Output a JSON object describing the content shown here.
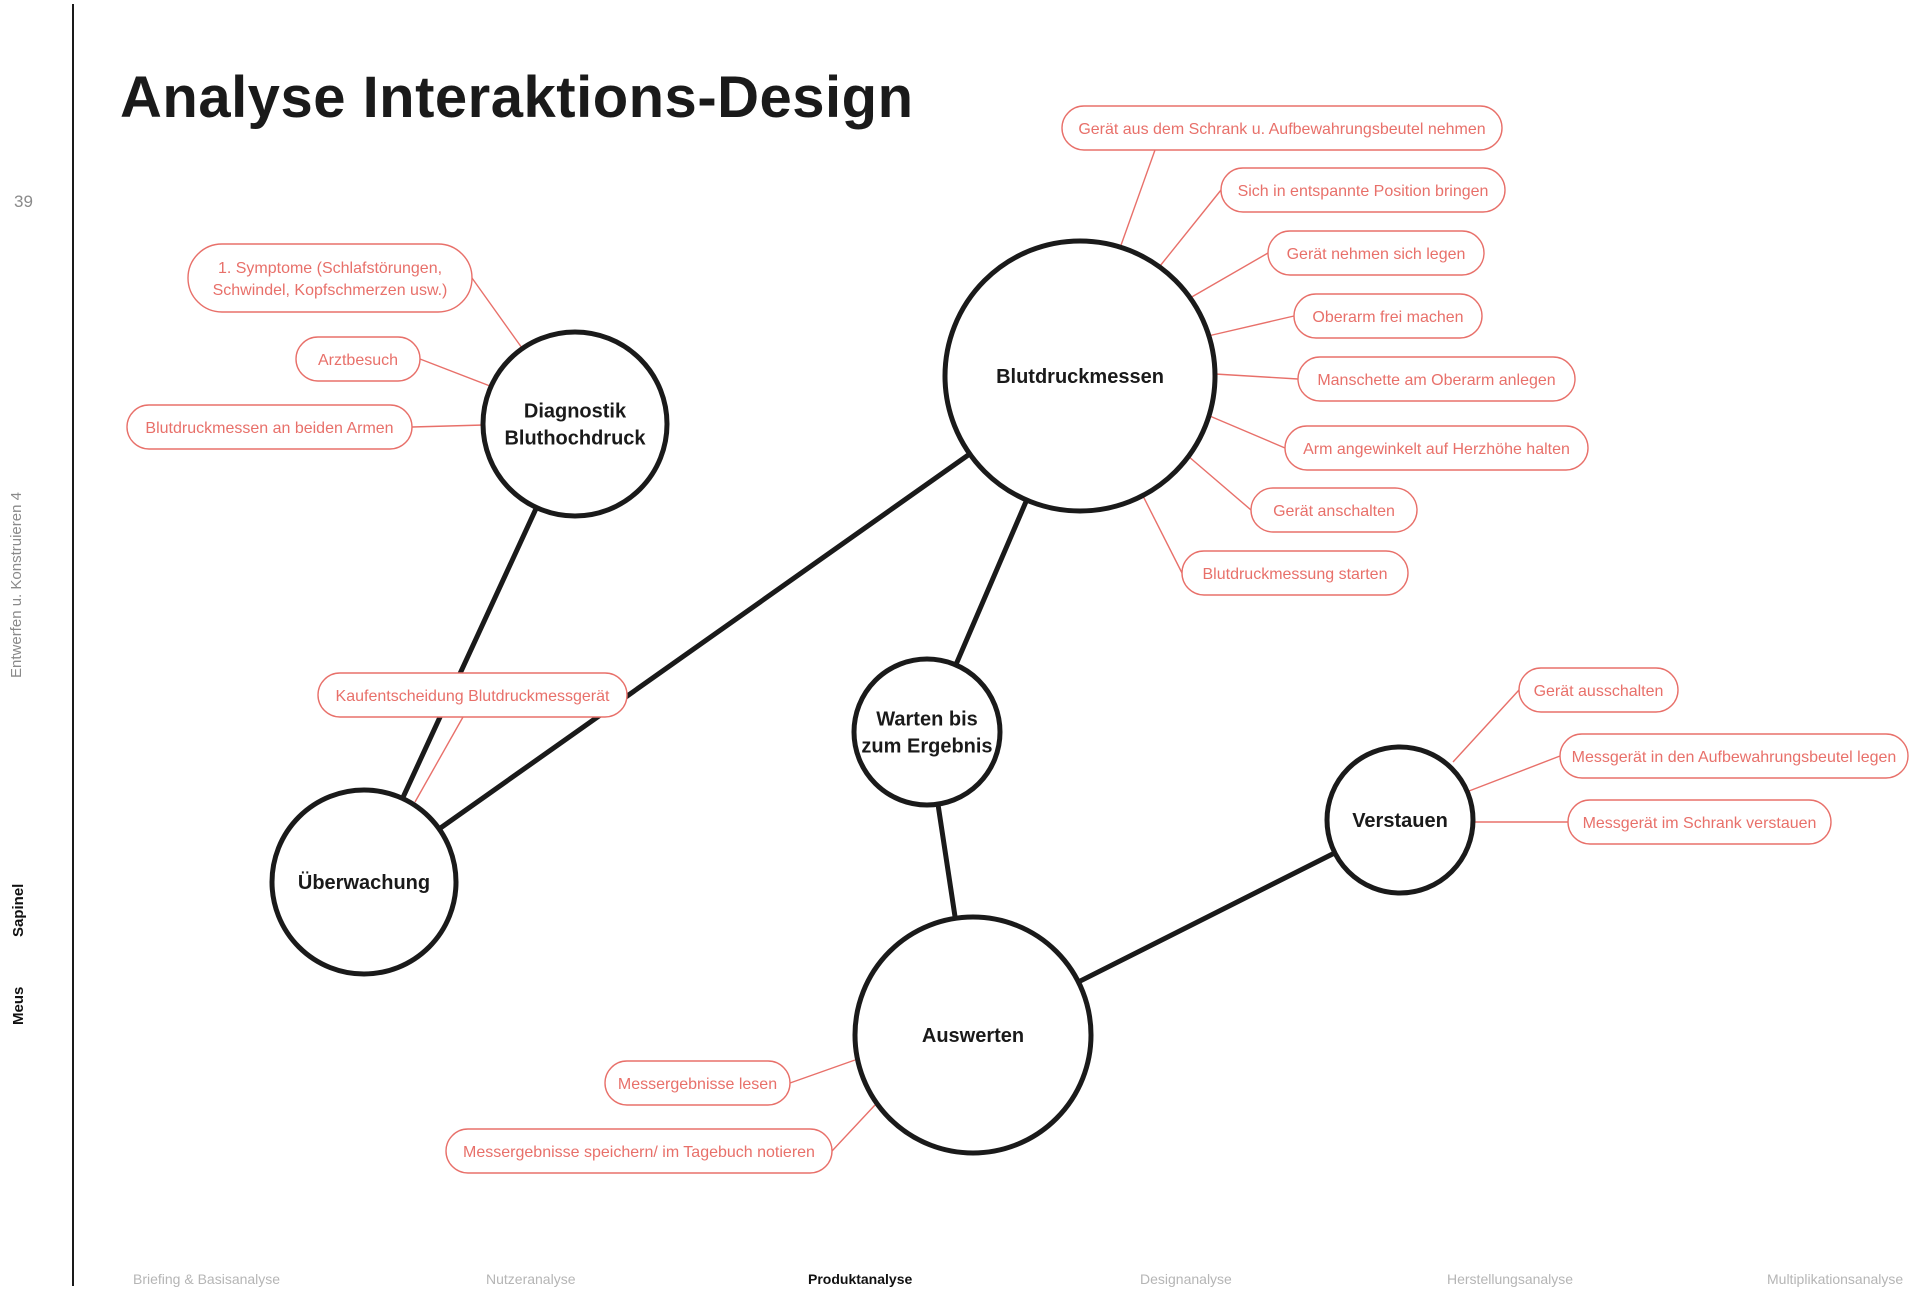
{
  "page": {
    "title": "Analyse Interaktions-Design",
    "page_number": "39",
    "course": "Entwerfen u. Konstruieren 4",
    "author_first": "Sapinel",
    "author_last": "Meus"
  },
  "colors": {
    "accent": "#e8706a",
    "ink": "#1a1a1a",
    "muted": "#b5b5b5"
  },
  "nav": {
    "items": [
      {
        "label": "Briefing & Basisanalyse",
        "active": false
      },
      {
        "label": "Nutzeranalyse",
        "active": false
      },
      {
        "label": "Produktanalyse",
        "active": true
      },
      {
        "label": "Designanalyse",
        "active": false
      },
      {
        "label": "Herstellungsanalyse",
        "active": false
      },
      {
        "label": "Multiplikationsanalyse",
        "active": false
      }
    ]
  },
  "diagram": {
    "nodes": [
      {
        "id": "diagnostik",
        "lines": [
          "Diagnostik",
          "Bluthochdruck"
        ]
      },
      {
        "id": "ueberwachung",
        "lines": [
          "Überwachung"
        ]
      },
      {
        "id": "blutdruckmessen",
        "lines": [
          "Blutdruckmessen"
        ]
      },
      {
        "id": "warten",
        "lines": [
          "Warten bis",
          "zum Ergebnis"
        ]
      },
      {
        "id": "auswerten",
        "lines": [
          "Auswerten"
        ]
      },
      {
        "id": "verstauen",
        "lines": [
          "Verstauen"
        ]
      }
    ],
    "edges": [
      [
        "diagnostik",
        "ueberwachung"
      ],
      [
        "ueberwachung",
        "blutdruckmessen"
      ],
      [
        "blutdruckmessen",
        "warten"
      ],
      [
        "warten",
        "auswerten"
      ],
      [
        "auswerten",
        "verstauen"
      ]
    ],
    "steps": [
      {
        "node": "diagnostik",
        "lines": [
          "1. Symptome (Schlafstörungen,",
          "Schwindel, Kopfschmerzen usw.)"
        ]
      },
      {
        "node": "diagnostik",
        "lines": [
          "Arztbesuch"
        ]
      },
      {
        "node": "diagnostik",
        "lines": [
          "Blutdruckmessen an beiden Armen"
        ]
      },
      {
        "node": "ueberwachung",
        "lines": [
          "Kaufentscheidung Blutdruckmessgerät"
        ]
      },
      {
        "node": "blutdruckmessen",
        "lines": [
          "Gerät aus dem Schrank u. Aufbewahrungsbeutel nehmen"
        ]
      },
      {
        "node": "blutdruckmessen",
        "lines": [
          "Sich in entspannte Position bringen"
        ]
      },
      {
        "node": "blutdruckmessen",
        "lines": [
          "Gerät nehmen sich legen"
        ]
      },
      {
        "node": "blutdruckmessen",
        "lines": [
          "Oberarm frei machen"
        ]
      },
      {
        "node": "blutdruckmessen",
        "lines": [
          "Manschette am Oberarm anlegen"
        ]
      },
      {
        "node": "blutdruckmessen",
        "lines": [
          "Arm angewinkelt auf Herzhöhe halten"
        ]
      },
      {
        "node": "blutdruckmessen",
        "lines": [
          "Gerät anschalten"
        ]
      },
      {
        "node": "blutdruckmessen",
        "lines": [
          "Blutdruckmessung starten"
        ]
      },
      {
        "node": "verstauen",
        "lines": [
          "Gerät ausschalten"
        ]
      },
      {
        "node": "verstauen",
        "lines": [
          "Messgerät in den Aufbewahrungsbeutel legen"
        ]
      },
      {
        "node": "verstauen",
        "lines": [
          "Messgerät im Schrank verstauen"
        ]
      },
      {
        "node": "auswerten",
        "lines": [
          "Messergebnisse lesen"
        ]
      },
      {
        "node": "auswerten",
        "lines": [
          "Messergebnisse speichern/ im Tagebuch notieren"
        ]
      }
    ]
  }
}
